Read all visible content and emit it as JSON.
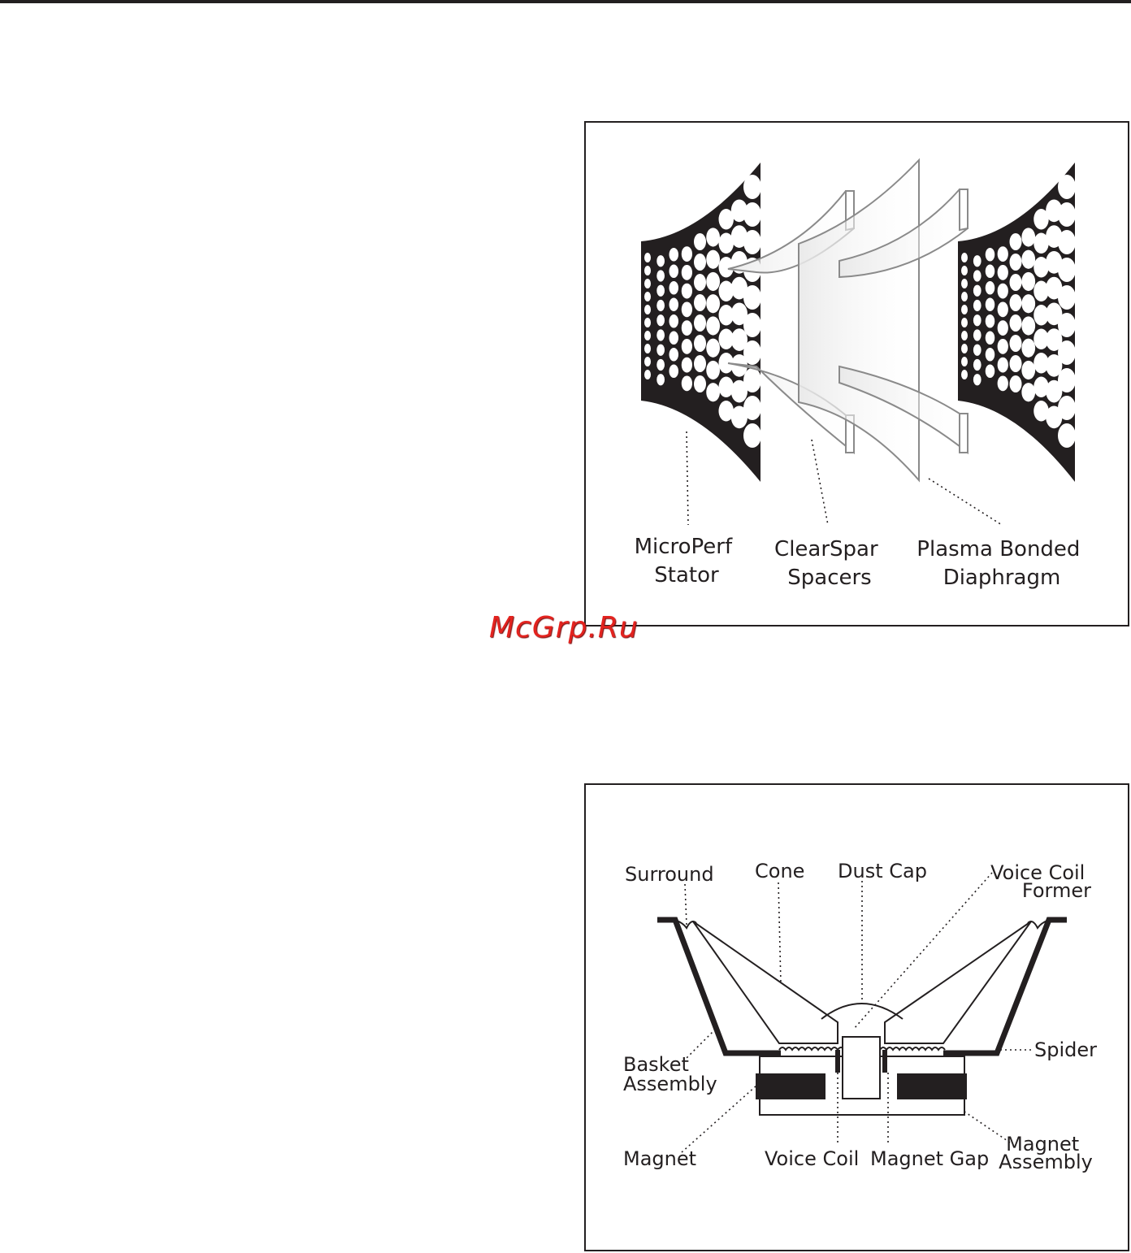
{
  "figures": {
    "electrostatic": {
      "labels": {
        "stator": [
          "MicroPerf",
          "Stator"
        ],
        "spacers": [
          "ClearSpar",
          "Spacers"
        ],
        "diaphragm": [
          "Plasma Bonded",
          "Diaphragm"
        ]
      }
    },
    "driver": {
      "labels": {
        "surround": "Surround",
        "cone": "Cone",
        "dust_cap": "Dust Cap",
        "voice_coil_former": [
          "Voice Coil",
          "Former"
        ],
        "spider": "Spider",
        "basket_assembly": [
          "Basket",
          "Assembly"
        ],
        "magnet": "Magnet",
        "voice_coil": "Voice Coil",
        "magnet_gap": "Magnet Gap",
        "magnet_assembly": [
          "Magnet",
          "Assembly"
        ]
      }
    }
  },
  "watermark": "McGrp.Ru",
  "colors": {
    "ink": "#231f20",
    "watermark": "#e3231f",
    "spacer_edge": "#8a8a8a"
  }
}
